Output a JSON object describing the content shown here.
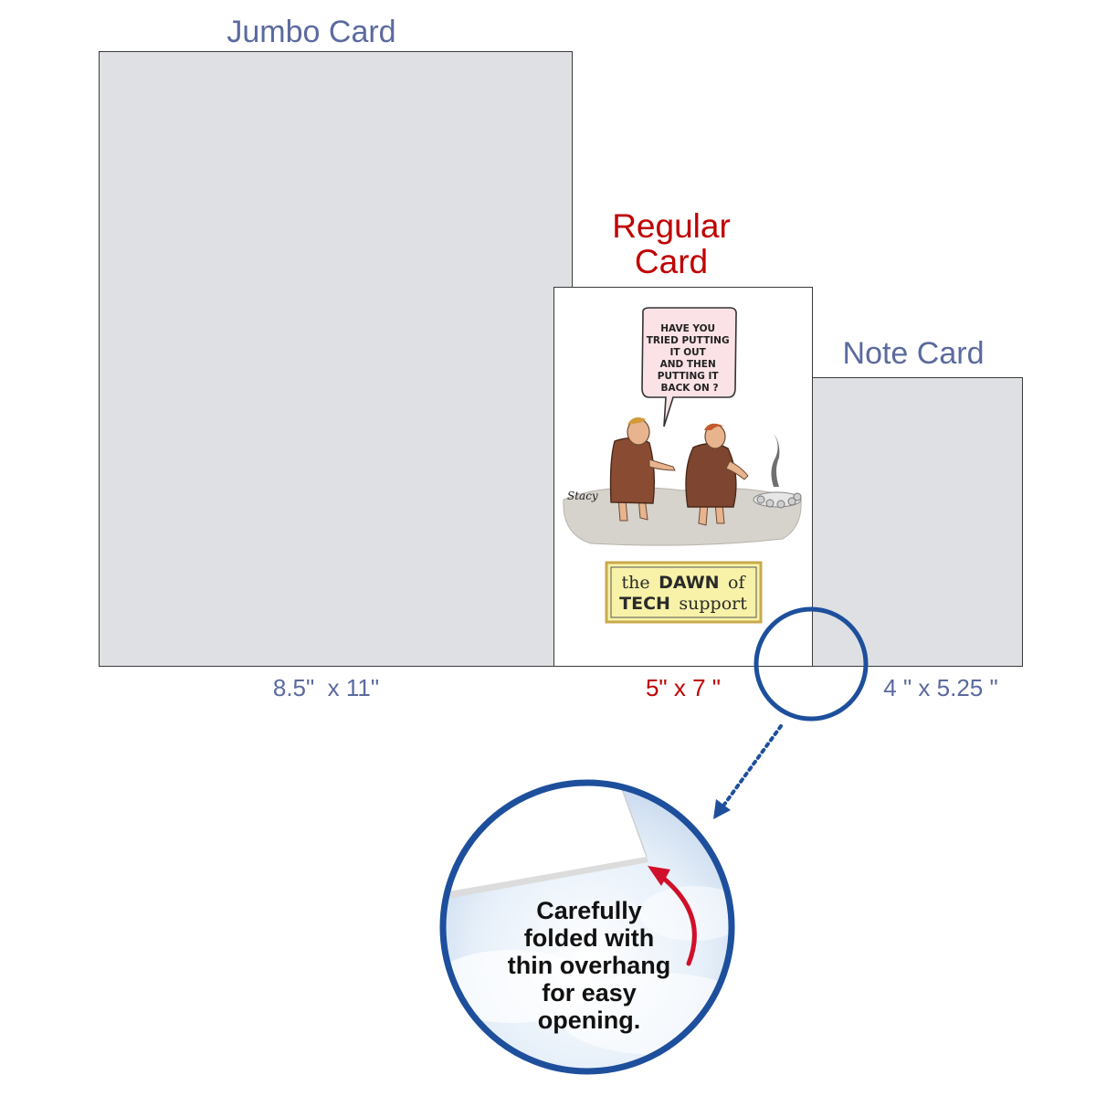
{
  "cards": {
    "jumbo": {
      "title": "Jumbo Card",
      "size": "8.5\"  x 11\""
    },
    "regular": {
      "title_line1": "Regular",
      "title_line2": "Card",
      "size": "5\" x 7 \""
    },
    "note": {
      "title": "Note Card",
      "size": "4 \" x 5.25 \""
    }
  },
  "cartoon": {
    "bubble_lines": [
      "HAVE YOU",
      "TRIED PUTTING",
      "IT OUT",
      "AND THEN",
      "PUTTING IT",
      "BACK ON ?"
    ],
    "plaque_line1_a": "the",
    "plaque_line1_b": "DAWN",
    "plaque_line1_c": "of",
    "plaque_line2_a": "TECH",
    "plaque_line2_b": "support",
    "signature": "Stacy"
  },
  "callout": {
    "lines": [
      "Carefully",
      "folded with",
      "thin overhang",
      "for easy",
      "opening."
    ]
  },
  "colors": {
    "label_blue": "#5b6a9e",
    "label_red": "#c00000",
    "card_gray": "#dfe0e4",
    "circle_blue": "#1d4f9c",
    "arrow_red": "#d0102a",
    "plaque_yellow": "#f7f2a8"
  }
}
